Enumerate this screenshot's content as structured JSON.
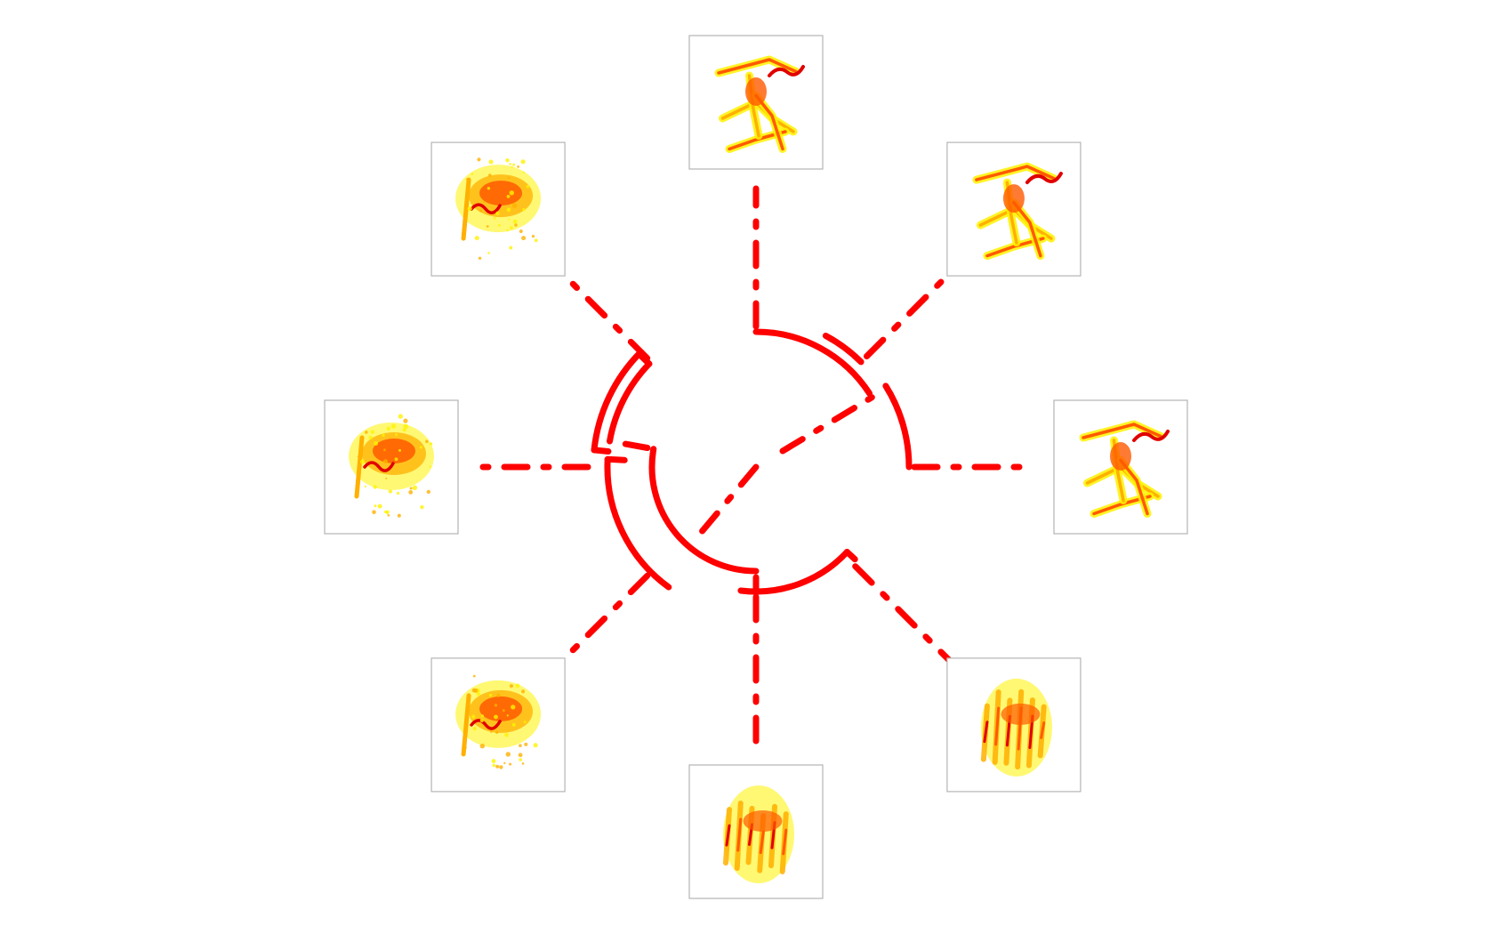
{
  "diagram": {
    "type": "circular-dendrogram",
    "line_color": "#ff0000",
    "leaf_count": 8,
    "leaves": [
      {
        "id": "leaf-top",
        "pattern": "tonal",
        "icon": "spectrogram-icon"
      },
      {
        "id": "leaf-top-right",
        "pattern": "tonal",
        "icon": "spectrogram-icon"
      },
      {
        "id": "leaf-right",
        "pattern": "tonal",
        "icon": "spectrogram-icon"
      },
      {
        "id": "leaf-bottom-right",
        "pattern": "harmonic-stack",
        "icon": "spectrogram-icon"
      },
      {
        "id": "leaf-bottom",
        "pattern": "harmonic-stack",
        "icon": "spectrogram-icon"
      },
      {
        "id": "leaf-bottom-left",
        "pattern": "noisy-cluster",
        "icon": "spectrogram-icon"
      },
      {
        "id": "leaf-left",
        "pattern": "noisy-cluster",
        "icon": "spectrogram-icon"
      },
      {
        "id": "leaf-top-left",
        "pattern": "noisy-cluster",
        "icon": "spectrogram-icon"
      }
    ],
    "spectrogram_colors": {
      "low": "#fff200",
      "mid": "#ffb000",
      "high": "#ff5a00",
      "peak": "#e00000"
    }
  }
}
